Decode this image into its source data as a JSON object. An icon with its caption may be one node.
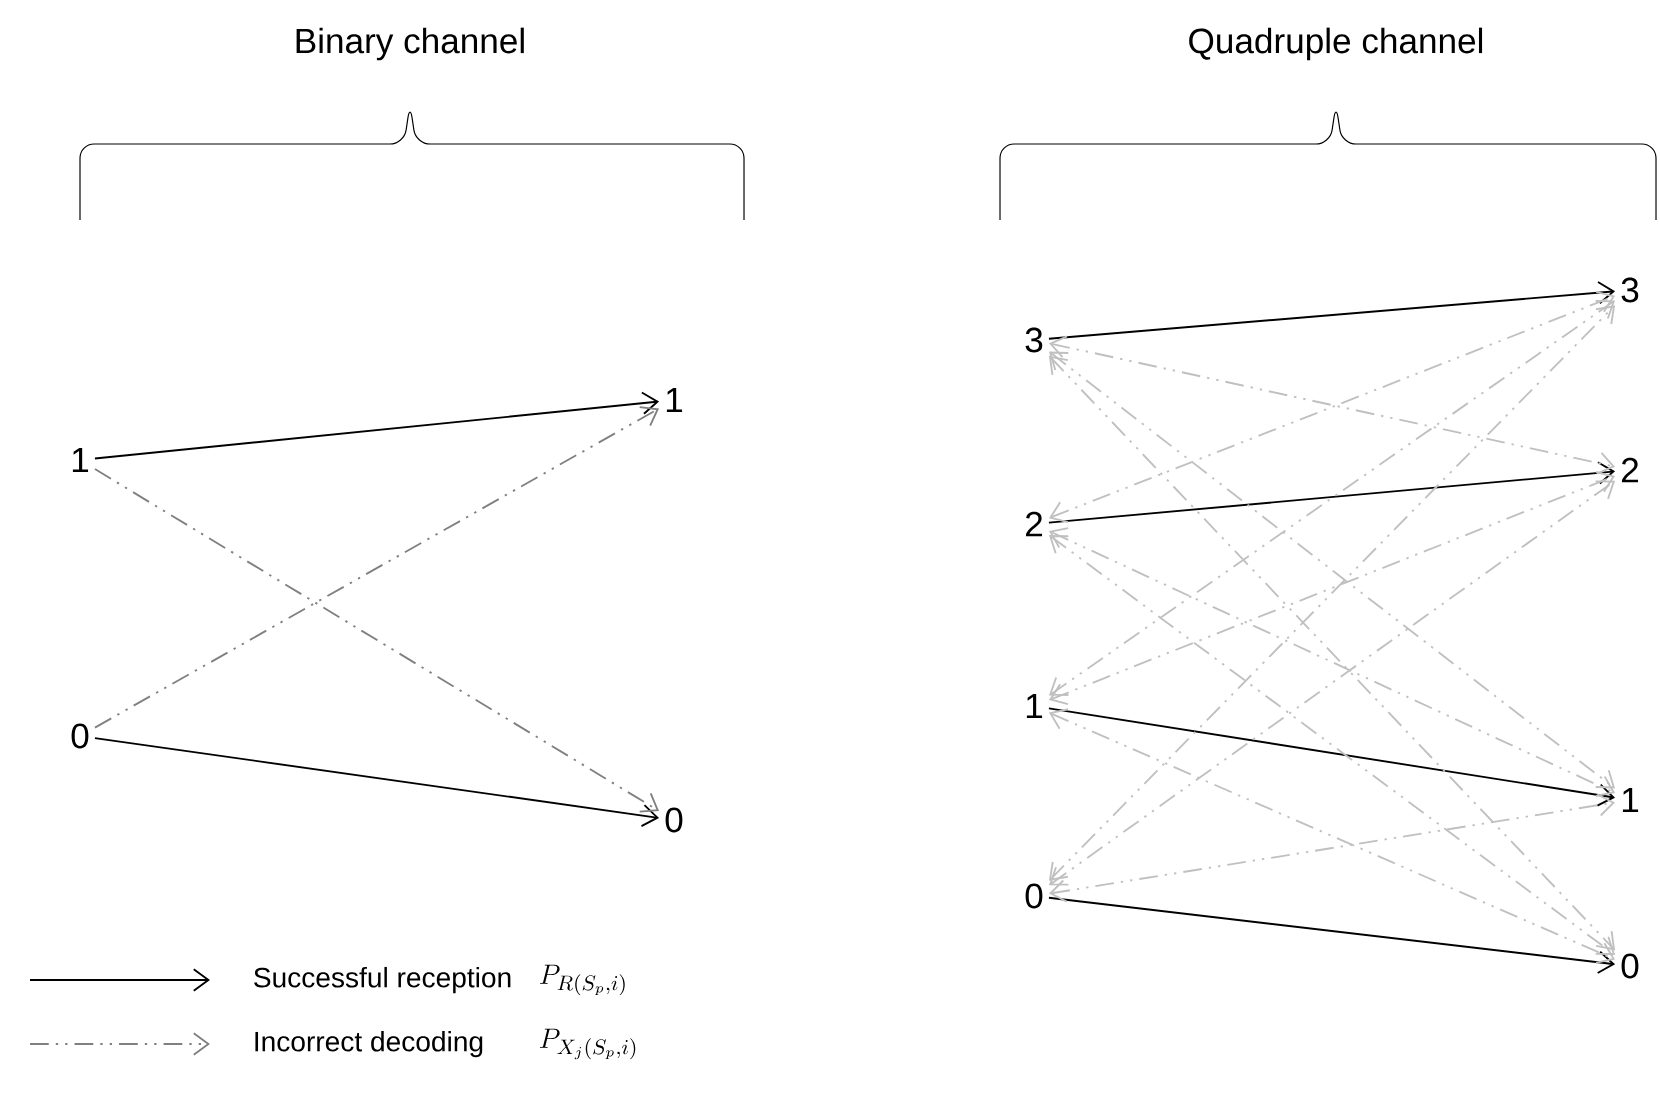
{
  "diagram": {
    "nodes": [
      {
        "text": [
          "1"
        ]
      },
      {
        "text": [
          "0"
        ]
      },
      {
        "text": [
          "1"
        ]
      },
      {
        "text": [
          "0"
        ]
      },
      {
        "text": [
          "3"
        ]
      },
      {
        "text": [
          "2"
        ]
      },
      {
        "text": [
          "1"
        ]
      },
      {
        "text": [
          "0"
        ]
      },
      {
        "text": [
          "3"
        ]
      },
      {
        "text": [
          "2"
        ]
      },
      {
        "text": [
          "1"
        ]
      },
      {
        "text": [
          "0"
        ]
      }
    ],
    "edges": [
      {
        "from": 0,
        "to": 2,
        "arrow": "to",
        "color": "#000000"
      },
      {
        "from": 1,
        "to": 3,
        "arrow": "to",
        "color": "#000000"
      },
      {
        "from": 0,
        "to": 3,
        "arrow": "to",
        "style": "dashed",
        "color": "#808080"
      },
      {
        "from": 1,
        "to": 2,
        "arrow": "to",
        "style": "dashed",
        "color": "#808080"
      },
      {
        "from": 4,
        "to": 8,
        "arrow": "to",
        "color": "#000000"
      },
      {
        "from": 5,
        "to": 9,
        "arrow": "to",
        "color": "#000000"
      },
      {
        "from": 6,
        "to": 10,
        "arrow": "to",
        "color": "#000000"
      },
      {
        "from": 7,
        "to": 11,
        "arrow": "to",
        "color": "#000000"
      },
      {
        "from": 4,
        "to": 9,
        "arrow": "both",
        "style": "dashed",
        "color": "#c0c0c0"
      },
      {
        "from": 4,
        "to": 10,
        "arrow": "both",
        "style": "dashed",
        "color": "#c0c0c0"
      },
      {
        "from": 4,
        "to": 11,
        "arrow": "both",
        "style": "dashed",
        "color": "#c0c0c0"
      },
      {
        "from": 5,
        "to": 8,
        "arrow": "both",
        "style": "dashed",
        "color": "#c0c0c0"
      },
      {
        "from": 5,
        "to": 10,
        "arrow": "both",
        "style": "dashed",
        "color": "#c0c0c0"
      },
      {
        "from": 5,
        "to": 11,
        "arrow": "both",
        "style": "dashed",
        "color": "#c0c0c0"
      },
      {
        "from": 6,
        "to": 8,
        "arrow": "both",
        "style": "dashed",
        "color": "#c0c0c0"
      },
      {
        "from": 6,
        "to": 9,
        "arrow": "both",
        "style": "dashed",
        "color": "#c0c0c0"
      },
      {
        "from": 6,
        "to": 11,
        "arrow": "both",
        "style": "dashed",
        "color": "#c0c0c0"
      },
      {
        "from": 7,
        "to": 8,
        "arrow": "both",
        "style": "dashed",
        "color": "#c0c0c0"
      },
      {
        "from": 7,
        "to": 9,
        "arrow": "both",
        "style": "dashed",
        "color": "#c0c0c0"
      },
      {
        "from": 7,
        "to": 10,
        "arrow": "both",
        "style": "dashed",
        "color": "#c0c0c0"
      }
    ],
    "labels": [
      "Binary channel",
      "Quadruple channel",
      "P_{R(S_p,i)}",
      "P_{X_j(S_p,i)}"
    ],
    "legend": [
      {
        "text": "Successful reception"
      },
      {
        "text": "Incorrect decoding"
      }
    ]
  }
}
